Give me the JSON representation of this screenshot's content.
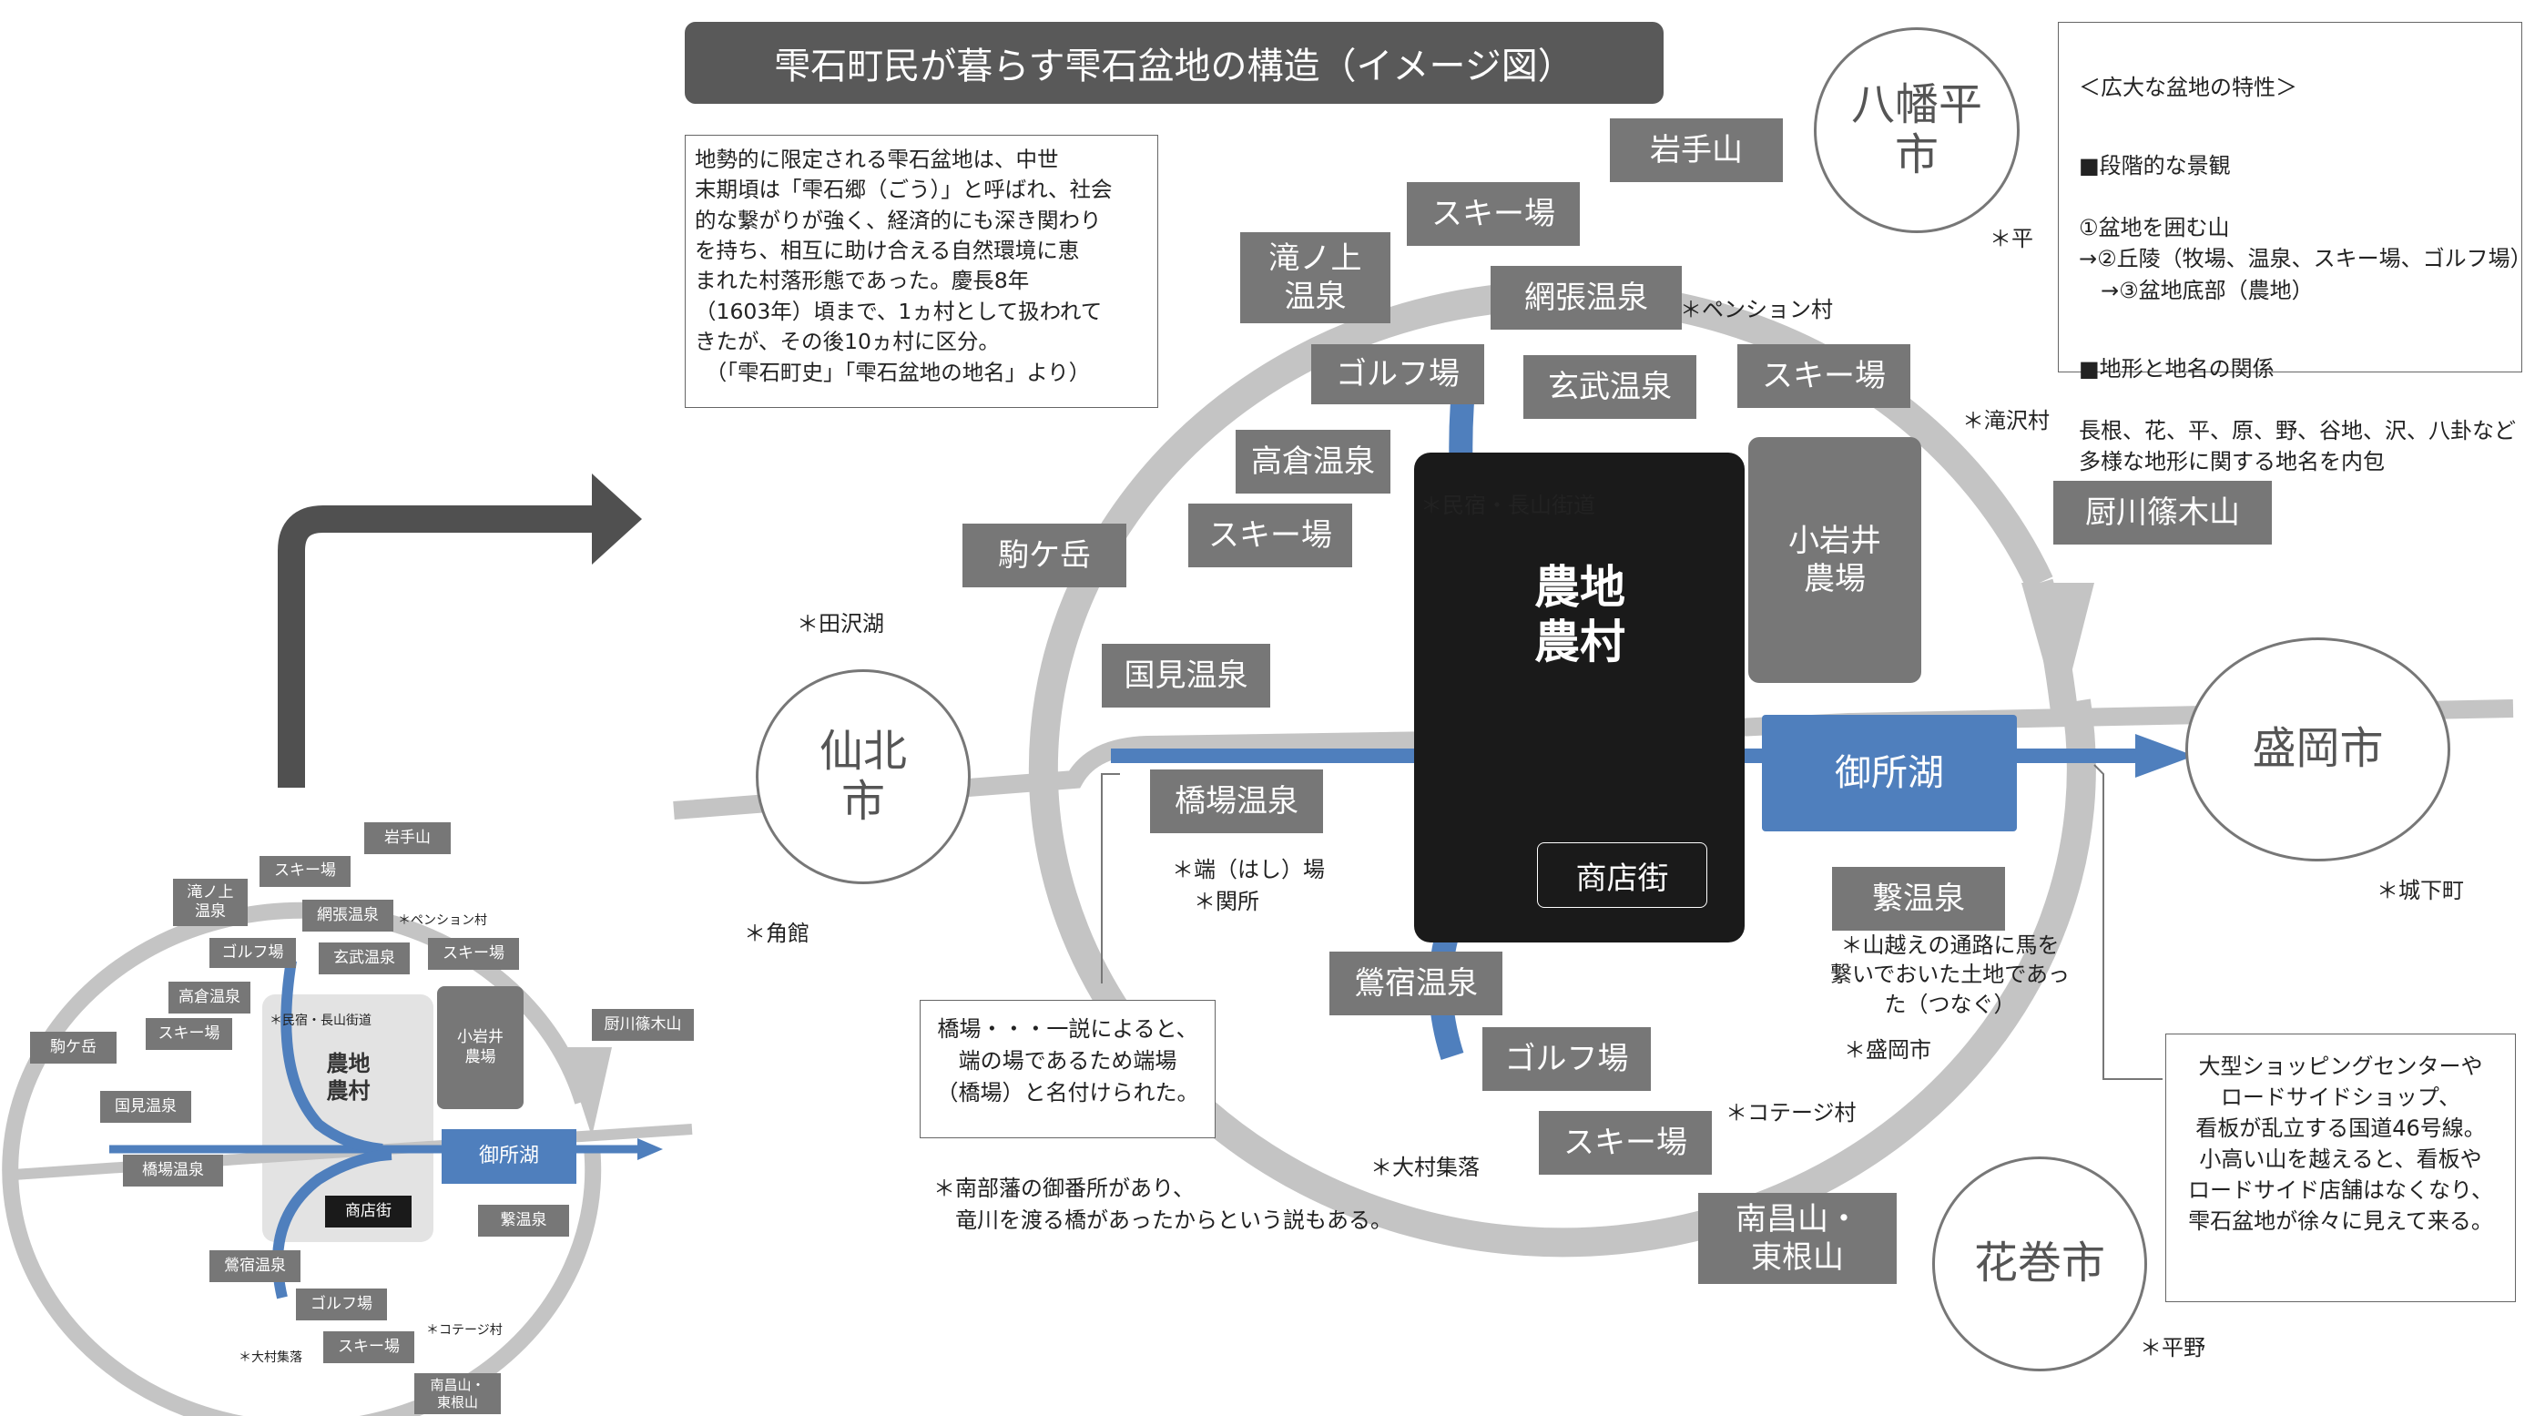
{
  "title": "雫石町民が暮らす雫石盆地の構造（イメージ図）",
  "intro_text": "地勢的に限定される雫石盆地は、中世\n末期頃は「雫石郷（ごう）」と呼ばれ、社会\n的な繋がりが強く、経済的にも深き関わり\nを持ち、相互に助け合える自然環境に恵\nまれた村落形態であった。慶長8年\n（1603年）頃まで、1ヵ村として扱われて\nきたが、その後10ヵ村に区分。\n　（「雫石町史」「雫石盆地の地名」より）",
  "legend_box": {
    "heading": "＜広大な盆地の特性＞",
    "sec1_title": "■段階的な景観",
    "sec1_lines": "①盆地を囲む山\n→②丘陵（牧場、温泉、スキー場、ゴルフ場）\n　→③盆地底部（農地）",
    "sec2_title": "■地形と地名の関係",
    "sec2_lines": "長根、花、平、原、野、谷地、沢、八卦など\n多様な地形に関する地名を内包"
  },
  "cities": {
    "hachimantai": "八幡平\n市",
    "senboku": "仙北\n市",
    "morioka": "盛岡市",
    "hanamaki": "花巻市"
  },
  "places": {
    "iwate_san": "岩手山",
    "ski_top": "スキー場",
    "takinoue": "滝ノ上\n温泉",
    "amihari": "網張温泉",
    "golf_top": "ゴルフ場",
    "genbu": "玄武温泉",
    "ski_right": "スキー場",
    "takakura": "高倉温泉",
    "ski_left": "スキー場",
    "komagatake": "駒ケ岳",
    "kuromi": "国見温泉",
    "hashiba": "橋場温泉",
    "koiwai": "小岩井\n農場",
    "gosho_ko": "御所湖",
    "shotengai": "商店街",
    "tsunagi": "繋温泉",
    "oshuku": "鶯宿温泉",
    "golf_bottom": "ゴルフ場",
    "ski_bottom": "スキー場",
    "nansho": "南昌山・\n東根山",
    "kuriyagawa": "厨川篠木山",
    "nochi": "農地\n農村"
  },
  "notes": {
    "pension": "＊ペンション村",
    "taira": "＊平",
    "takizawa": "＊滝沢村",
    "minshuku": "＊民宿・長山街道",
    "tazawako": "＊田沢湖",
    "kakunodate": "＊角館",
    "hashiba_note": "＊端（はし）場\n　＊関所",
    "jokamachi": "＊城下町",
    "tsunagi_note": "＊山越えの通路に馬を\n繋いでおいた土地であっ\nた（つなぐ）",
    "morioka_note": "＊盛岡市",
    "cottage": "＊コテージ村",
    "omura": "＊大村集落",
    "heiya": "＊平野",
    "nanbu": "＊南部藩の御番所があり、\n　竜川を渡る橋があったからという説もある。"
  },
  "hashiba_box": "橋場・・・一説によると、\n端の場であるため端場\n（橋場）と名付けられた。",
  "road_box": "大型ショッピングセンターや\nロードサイドショップ、\n看板が乱立する国道46号線。\n小高い山を越えると、看板や\nロードサイド店舗はなくなり、\n雫石盆地が徐々に見えて来る。",
  "mini": {
    "iwate_san": "岩手山",
    "ski_top": "スキー場",
    "takinoue": "滝ノ上\n温泉",
    "amihari": "網張温泉",
    "pension": "＊ペンション村",
    "golf_top": "ゴルフ場",
    "genbu": "玄武温泉",
    "ski_right": "スキー場",
    "takakura": "高倉温泉",
    "ski_left": "スキー場",
    "minshuku": "＊民宿・長山街道",
    "koiwai": "小岩井\n農場",
    "kuriyagawa": "厨川篠木山",
    "komagatake": "駒ケ岳",
    "nochi": "農地\n農村",
    "kuromi": "国見温泉",
    "gosho_ko": "御所湖",
    "hashiba": "橋場温泉",
    "shotengai": "商店街",
    "tsunagi": "繋温泉",
    "oshuku": "鶯宿温泉",
    "golf_bottom": "ゴルフ場",
    "cottage": "＊コテージ村",
    "ski_bottom": "スキー場",
    "omura": "＊大村集落",
    "nansho": "南昌山・\n東根山"
  },
  "colors": {
    "label_gray": "#777777",
    "ring_gray": "#c4c4c4",
    "river_blue": "#4f7fbd",
    "farm_black": "#1a1a1a",
    "title_bg": "#595959"
  }
}
